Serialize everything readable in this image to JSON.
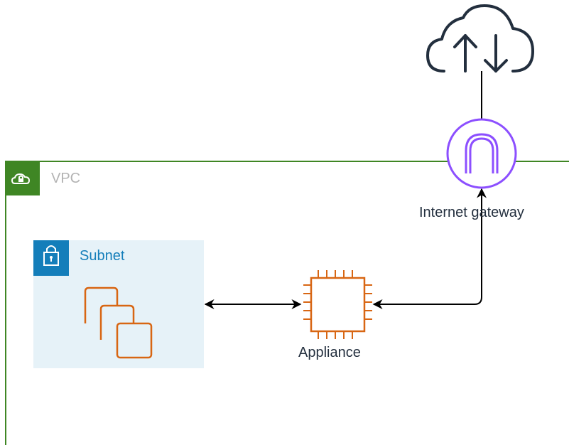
{
  "vpc": {
    "label": "VPC",
    "border_color": "#3f8624",
    "icon": "vpc-cloud-lock-icon"
  },
  "subnet": {
    "label": "Subnet",
    "fill_color": "#e6f2f8",
    "accent_color": "#147eba",
    "icon": "padlock-icon",
    "content_icon": "stacked-instances-icon",
    "content_color": "#d86613"
  },
  "appliance": {
    "label": "Appliance",
    "icon": "ec2-chip-icon",
    "color": "#d86613"
  },
  "internet_gateway": {
    "label": "Internet gateway",
    "icon": "internet-gateway-arch-icon",
    "color": "#8c4fff"
  },
  "internet": {
    "icon": "cloud-upload-download-icon",
    "color": "#232f3e"
  },
  "connectors": [
    {
      "from": "subnet",
      "to": "appliance",
      "style": "bidirectional"
    },
    {
      "from": "appliance",
      "to": "internet_gateway",
      "style": "bidirectional"
    },
    {
      "from": "internet_gateway",
      "to": "internet",
      "style": "line"
    }
  ]
}
